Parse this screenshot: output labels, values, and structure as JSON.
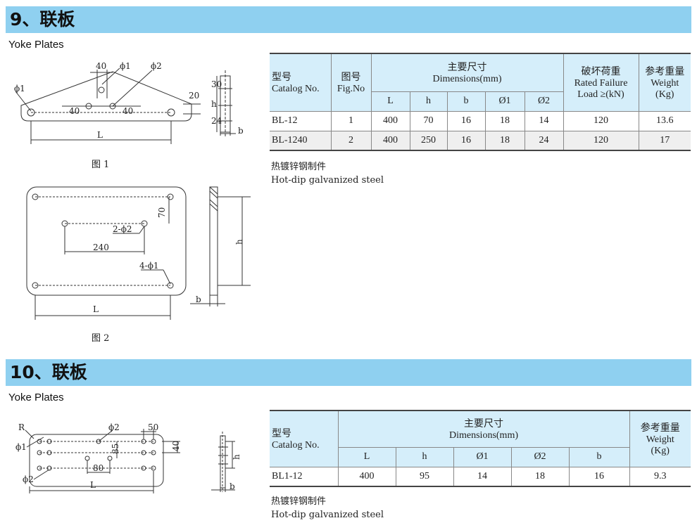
{
  "sections": [
    {
      "title": "9、联板",
      "subtitle": "Yoke Plates",
      "figure_captions": [
        "图 1",
        "图 2"
      ],
      "table": {
        "header": {
          "catalog_cn": "型号",
          "catalog_en": "Catalog No.",
          "fig_cn": "图号",
          "fig_en": "Fig.No",
          "dims_cn": "主要尺寸",
          "dims_en": "Dimensions(mm)",
          "load_cn": "破坏荷重",
          "load_en1": "Rated Failure",
          "load_en2": "Load ≥(kN)",
          "weight_cn": "参考重量",
          "weight_en": "Weight",
          "weight_unit": "(Kg)",
          "sub": [
            "L",
            "h",
            "b",
            "Ø1",
            "Ø2"
          ]
        },
        "rows": [
          [
            "BL-12",
            "1",
            "400",
            "70",
            "16",
            "18",
            "14",
            "120",
            "13.6"
          ],
          [
            "BL-1240",
            "2",
            "400",
            "250",
            "16",
            "18",
            "24",
            "120",
            "17"
          ]
        ]
      },
      "note_cn": "热镀锌钢制件",
      "note_en": "Hot-dip galvanized steel",
      "fig1_labels": {
        "d40_top": "40",
        "phi1_top": "ϕ1",
        "phi2": "ϕ2",
        "phi1_left": "ϕ1",
        "d20": "20",
        "d40_left": "40",
        "d40_right": "40",
        "L": "L",
        "d30": "30",
        "h": "h",
        "d24": "24",
        "b": "b"
      },
      "fig2_labels": {
        "d70": "70",
        "phi2": "2-ϕ2",
        "d240": "240",
        "phi1": "4-ϕ1",
        "L": "L",
        "h": "h",
        "b": "b"
      }
    },
    {
      "title": "10、联板",
      "subtitle": "Yoke Plates",
      "table": {
        "header": {
          "catalog_cn": "型号",
          "catalog_en": "Catalog No.",
          "dims_cn": "主要尺寸",
          "dims_en": "Dimensions(mm)",
          "weight_cn": "参考重量",
          "weight_en": "Weight",
          "weight_unit": "(Kg)",
          "sub": [
            "L",
            "h",
            "Ø1",
            "Ø2",
            "b"
          ]
        },
        "rows": [
          [
            "BL1-12",
            "400",
            "95",
            "14",
            "18",
            "16",
            "9.3"
          ]
        ]
      },
      "note_cn": "热镀锌钢制件",
      "note_en": "Hot-dip galvanized steel",
      "fig3_labels": {
        "R": "R",
        "phi1": "ϕ1",
        "phi2_top": "ϕ2",
        "d50": "50",
        "d40": "40",
        "d85": "85",
        "d80": "80",
        "phi2_bottom": "ϕ2",
        "L": "L",
        "h": "h",
        "b": "b"
      }
    }
  ]
}
